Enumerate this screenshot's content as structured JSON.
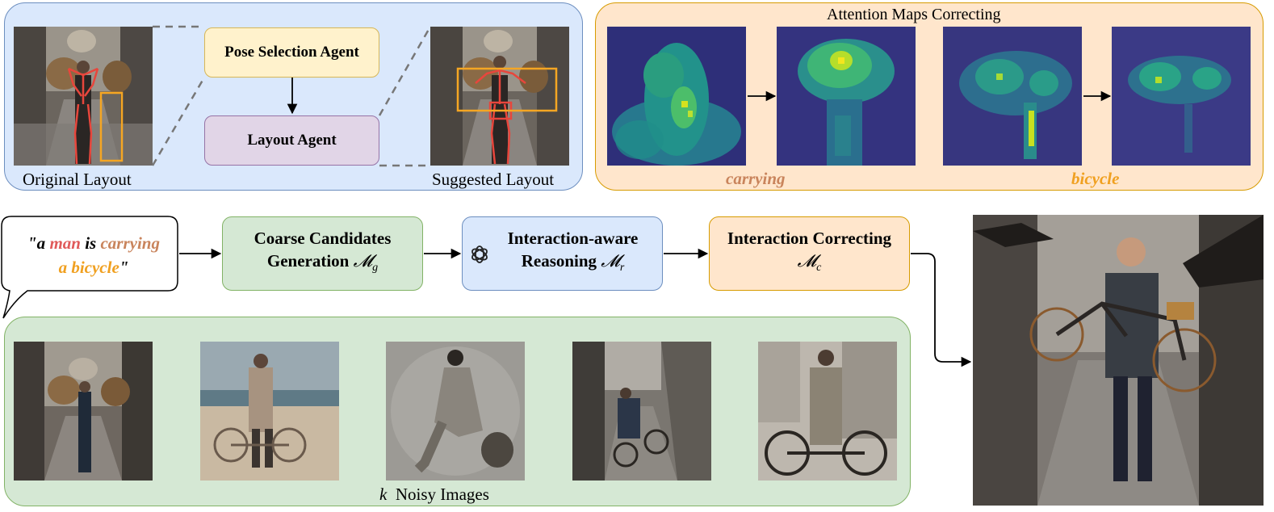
{
  "top_left": {
    "pose_agent": "Pose Selection Agent",
    "layout_agent": "Layout Agent",
    "original_caption": "Original Layout",
    "suggested_caption": "Suggested Layout"
  },
  "top_right": {
    "title": "Attention Maps Correcting",
    "label_carrying": "carrying",
    "label_bicycle": "bicycle"
  },
  "prompt": {
    "open_quote": "\"a ",
    "man": "man",
    "is": " is ",
    "carrying": "carrying",
    "a_bicycle": "a bicycle",
    "close_quote": "\""
  },
  "pipeline": {
    "coarse_line1": "Coarse Candidates",
    "coarse_line2": "Generation",
    "coarse_symbol": "𝓜",
    "coarse_sub": "g",
    "reasoning_line1": "Interaction-aware",
    "reasoning_line2": "Reasoning",
    "reasoning_symbol": "𝓜",
    "reasoning_sub": "r",
    "correcting_line1": "Interaction Correcting",
    "correcting_symbol": "𝓜",
    "correcting_sub": "c"
  },
  "noisy": {
    "k": "k",
    "caption": "Noisy Images"
  },
  "colors": {
    "man": "#e05a5a",
    "carrying": "#c9845c",
    "bicycle": "#f0a020",
    "orange_box": "#f5a623",
    "skeleton": "#e8463c"
  },
  "icons": [
    "openai-logo-icon"
  ]
}
